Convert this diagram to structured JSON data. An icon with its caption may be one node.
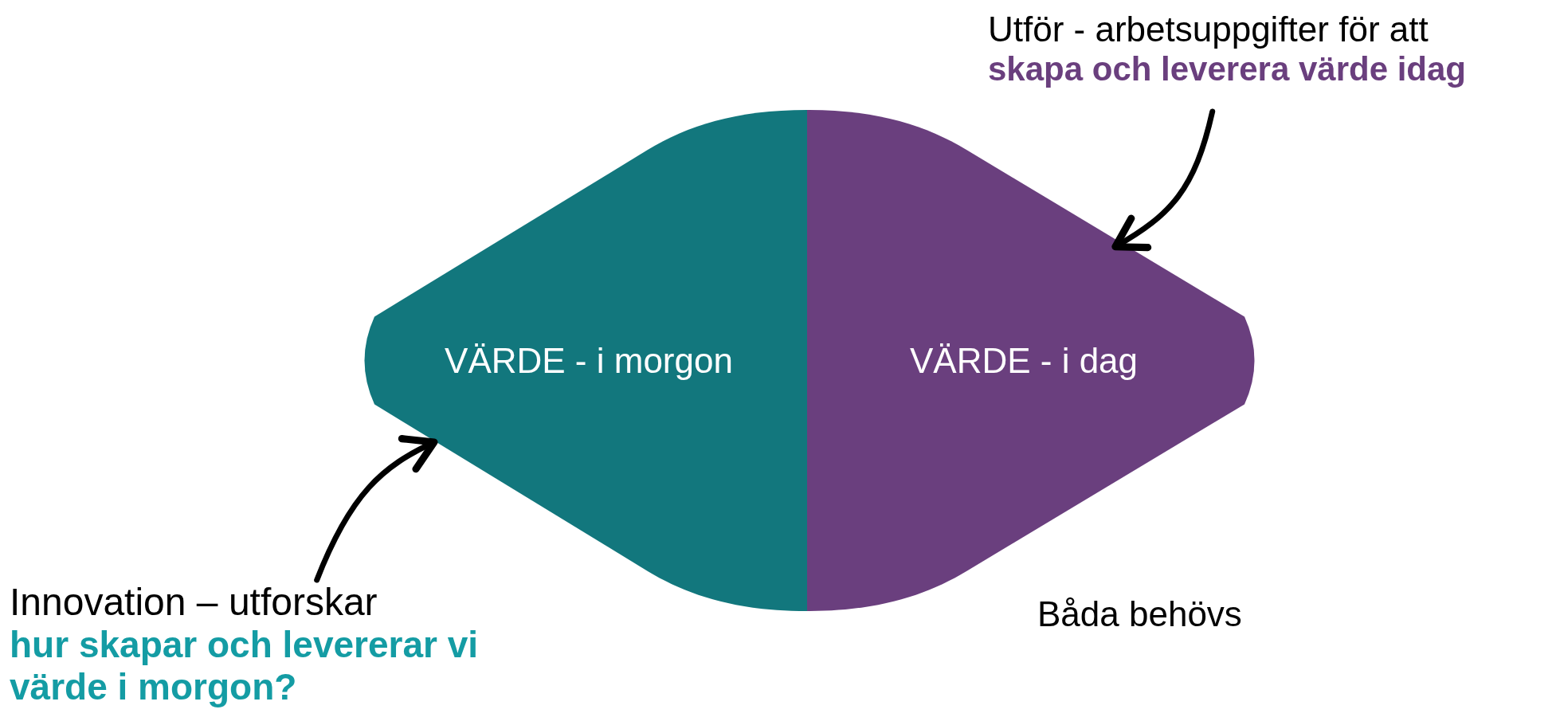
{
  "diagram": {
    "nodes": [
      {
        "text": [
          "VÄRDE - i morgon"
        ]
      },
      {
        "text": [
          "VÄRDE - i dag"
        ]
      },
      {
        "text": [
          "Utför - arbetsuppgifter för att",
          "skapa och leverera värde idag"
        ]
      },
      {
        "text": [
          "Innovation – utforskar",
          "hur skapar och levererar vi värde i morgon?"
        ]
      }
    ],
    "edges": [
      {
        "from": 2,
        "to": 1,
        "arrow": "to"
      },
      {
        "from": 3,
        "to": 0,
        "arrow": "to"
      }
    ],
    "labels": [
      "Båda behövs"
    ]
  }
}
